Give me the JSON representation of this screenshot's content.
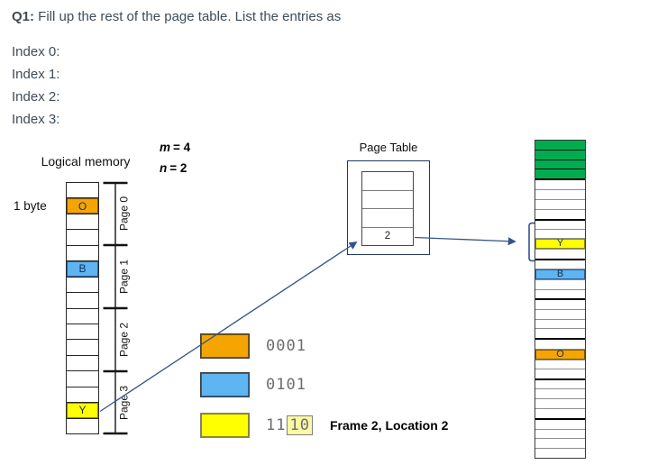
{
  "header": {
    "q_bold": "Q1:",
    "q_rest": " Fill up the rest of the page table. List the entries as",
    "index_lines": [
      "Index 0:",
      "Index 1:",
      "Index 2:",
      "Index 3:"
    ]
  },
  "params": {
    "m_var": "m",
    "m_eq": "= 4",
    "n_var": "n",
    "n_eq": "= 2"
  },
  "logical_memory": {
    "title": "Logical memory",
    "byte_label": "1 byte",
    "page_labels": [
      "Page 0",
      "Page 1",
      "Page 2",
      "Page 3"
    ],
    "cells": [
      {},
      {
        "color": "orange",
        "label": "O"
      },
      {},
      {},
      {},
      {
        "color": "blue",
        "label": "B"
      },
      {},
      {},
      {},
      {},
      {},
      {},
      {},
      {},
      {
        "color": "yellow",
        "label": "Y"
      },
      {}
    ]
  },
  "page_table": {
    "title": "Page Table",
    "rows": [
      "",
      "",
      "",
      "2"
    ]
  },
  "legend": {
    "rows": [
      {
        "color": "orange",
        "bits": "0001"
      },
      {
        "color": "blue",
        "bits": "0101"
      },
      {
        "color": "yellow",
        "bits_pre": "11",
        "bits_hl": "10",
        "note": "Frame 2, Location 2"
      }
    ]
  },
  "physical_memory": {
    "frames": [
      {
        "cells": [
          {
            "color": "green"
          },
          {
            "color": "green"
          },
          {
            "color": "green"
          },
          {
            "color": "green"
          }
        ]
      },
      {
        "cells": [
          {},
          {},
          {},
          {}
        ]
      },
      {
        "cells": [
          {},
          {},
          {
            "color": "yellow",
            "label": "Y"
          },
          {}
        ]
      },
      {
        "cells": [
          {},
          {
            "color": "blue",
            "label": "B"
          },
          {},
          {}
        ]
      },
      {
        "cells": [
          {},
          {},
          {},
          {}
        ]
      },
      {
        "cells": [
          {},
          {
            "color": "orange",
            "label": "O"
          },
          {},
          {}
        ]
      },
      {
        "cells": [
          {},
          {},
          {},
          {}
        ]
      },
      {
        "cells": [
          {},
          {},
          {},
          {}
        ]
      }
    ]
  },
  "colors": {
    "orange": "#F5A502",
    "blue": "#5FB4F2",
    "yellow": "#FFFF00",
    "green": "#00AC4F",
    "hlbg": "#FAFAA6",
    "arrow": "#35548B",
    "text": "#3E4C59"
  }
}
